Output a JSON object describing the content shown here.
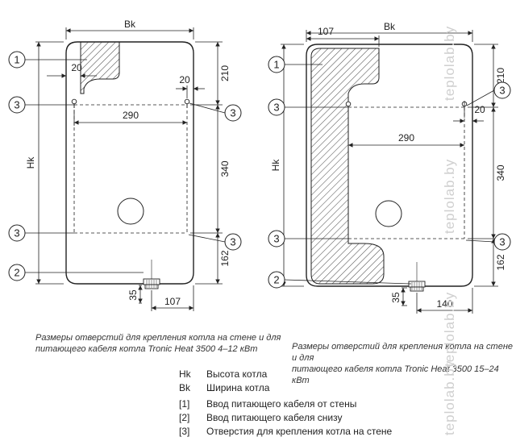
{
  "left": {
    "width": "Bk",
    "height": "Hk",
    "d_107_top": "",
    "d_20_left": "20",
    "d_20_right": "20",
    "d_210": "210",
    "d_290": "290",
    "d_340": "340",
    "d_162": "162",
    "d_35": "35",
    "d_107_bottom": "107",
    "d_140_bottom": "",
    "callout_1": "1",
    "callout_2": "2",
    "callout_3": "3",
    "caption_line1": "Размеры отверстий для крепления котла на стене и для",
    "caption_line2": "питающего кабеля котла Tronic Heat 3500 4–12 кВт"
  },
  "right": {
    "width": "Bk",
    "height": "Hk",
    "d_107_top": "107",
    "d_20_left": "",
    "d_20_right": "20",
    "d_210": "210",
    "d_290": "290",
    "d_340": "340",
    "d_162": "162",
    "d_35": "35",
    "d_107_bottom": "",
    "d_140_bottom": "140",
    "callout_1": "1",
    "callout_2": "2",
    "callout_3": "3",
    "caption_line1": "Размеры отверстий для крепления котла на стене и для",
    "caption_line2": "питающего кабеля котла Tronic Heat 3500 15–24 кВт"
  },
  "legend": [
    {
      "key": "Hk",
      "text": "Высота котла"
    },
    {
      "key": "Bk",
      "text": "Ширина котла"
    },
    {
      "key": "[1]",
      "text": "Ввод питающего кабеля от стены"
    },
    {
      "key": "[2]",
      "text": "Ввод питающего кабеля снизу"
    },
    {
      "key": "[3]",
      "text": "Отверстия для крепления котла на стене"
    }
  ],
  "watermark": "teplolab.by"
}
